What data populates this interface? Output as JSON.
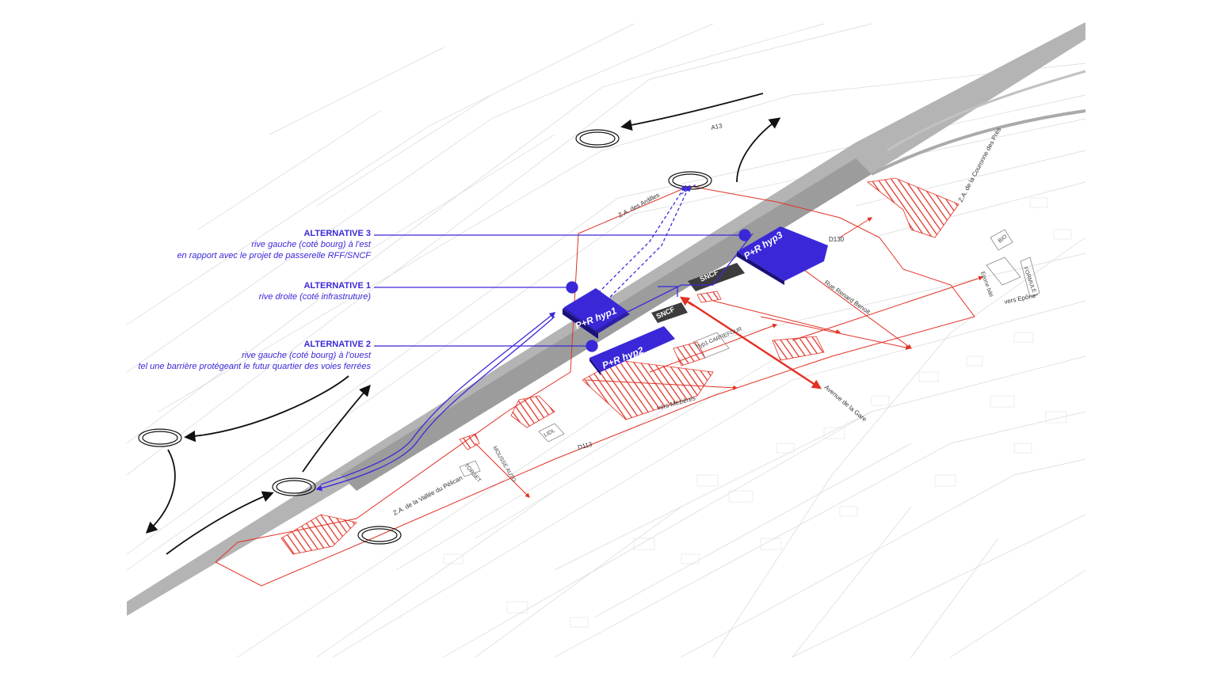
{
  "alternatives": [
    {
      "title": "ALTERNATIVE 3",
      "lines": [
        "rive gauche (coté bourg) à l'est",
        "en rapport avec le projet de passerelle RFF/SNCF"
      ]
    },
    {
      "title": "ALTERNATIVE 1",
      "lines": [
        "rive droite (coté infrastruture)"
      ]
    },
    {
      "title": "ALTERNATIVE 2",
      "lines": [
        "rive gauche (coté bourg) à l'ouest",
        "tel une barrière protégeant le futur quartier des voies ferrées"
      ]
    }
  ],
  "parkings": {
    "hyp1": "P+R hyp1",
    "hyp2": "P+R hyp2",
    "hyp3": "P+R hyp3"
  },
  "labels": {
    "a13": "A13",
    "za_ardilles": "Z.A. des Ardilles",
    "za_couronne": "Z.A. de la Couronne des Prés",
    "za_pelican": "Z.A. de la Vallée du Pélican",
    "d130": "D130",
    "d113": "D113",
    "rue_renard": "Rue Renard Benoit",
    "vers_epone": "vers Epône",
    "vers_mezieres": "vers Mézières",
    "avenue_gare": "Avenue de la Gare",
    "sncf": "SNCF",
    "carrefour": "hyp1 CARREFOUR",
    "lidl": "LIDL",
    "mousse_auto": "MOUSSE AUTO",
    "torset": "TORSET",
    "bio": "BIO",
    "formule1": "FORMULE 1",
    "epone_bati": "Epone bâti"
  },
  "colors": {
    "accent_blue": "#3a28d8",
    "parking_fill": "#3a28cc",
    "perimeter_red": "#e23124",
    "hatch_red": "#e23124",
    "railway_grey": "#a8a8a8",
    "base_line": "#d4d4d4"
  }
}
